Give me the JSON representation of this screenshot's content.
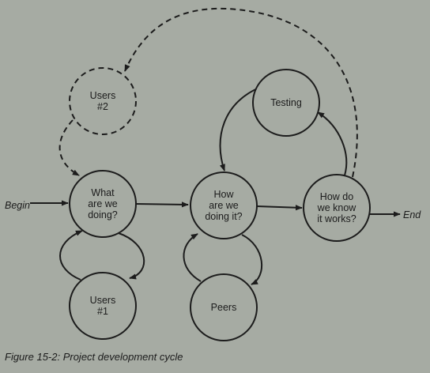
{
  "diagram": {
    "nodes": [
      {
        "id": "users2",
        "lines": [
          "Users",
          "#2"
        ],
        "style": "dashed"
      },
      {
        "id": "what",
        "lines": [
          "What",
          "are we",
          "doing?"
        ],
        "style": "solid"
      },
      {
        "id": "users1",
        "lines": [
          "Users",
          "#1"
        ],
        "style": "solid"
      },
      {
        "id": "how",
        "lines": [
          "How",
          "are we",
          "doing it?"
        ],
        "style": "solid"
      },
      {
        "id": "peers",
        "lines": [
          "Peers"
        ],
        "style": "solid"
      },
      {
        "id": "testing",
        "lines": [
          "Testing"
        ],
        "style": "solid"
      },
      {
        "id": "works",
        "lines": [
          "How do",
          "we know",
          "it works?"
        ],
        "style": "solid"
      }
    ],
    "edges": [
      {
        "from": "begin",
        "to": "what",
        "style": "solid"
      },
      {
        "from": "what",
        "to": "how",
        "style": "solid"
      },
      {
        "from": "how",
        "to": "works",
        "style": "solid"
      },
      {
        "from": "works",
        "to": "end",
        "style": "solid"
      },
      {
        "from": "what",
        "to": "users1",
        "style": "solid"
      },
      {
        "from": "users1",
        "to": "what",
        "style": "solid"
      },
      {
        "from": "how",
        "to": "peers",
        "style": "solid"
      },
      {
        "from": "peers",
        "to": "how",
        "style": "solid"
      },
      {
        "from": "works",
        "to": "testing",
        "style": "solid"
      },
      {
        "from": "testing",
        "to": "how",
        "style": "solid"
      },
      {
        "from": "works",
        "to": "users2",
        "style": "dashed"
      },
      {
        "from": "users2",
        "to": "what",
        "style": "dashed"
      }
    ],
    "begin_label": "Begin",
    "end_label": "End",
    "colors": {
      "ink": "#1c1c1c",
      "paper": "#a6aba3"
    }
  },
  "caption": "Figure 15-2: Project development cycle"
}
